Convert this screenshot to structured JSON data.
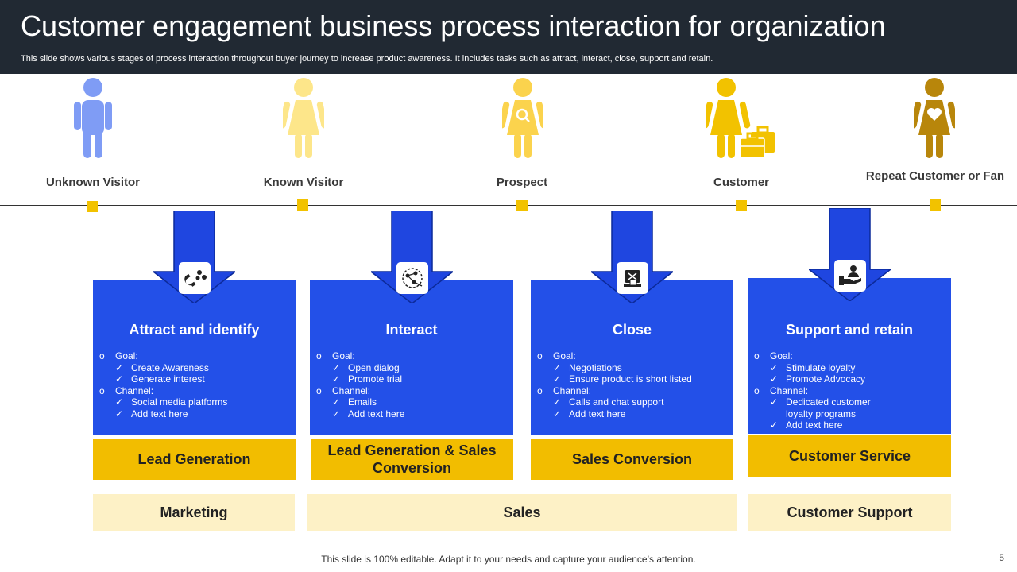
{
  "header": {
    "title": "Customer engagement business process interaction for organization",
    "subtitle": "This slide shows various stages of process interaction throughout buyer journey to increase product awareness. It includes tasks such as attract, interact, close, support and retain."
  },
  "personas": [
    {
      "label": "Unknown Visitor",
      "color": "#7f9cf5",
      "icon": "person-icon"
    },
    {
      "label": "Known Visitor",
      "color": "#fde68a",
      "icon": "person-icon"
    },
    {
      "label": "Prospect",
      "color": "#fbd34d",
      "icon": "person-search-icon"
    },
    {
      "label": "Customer",
      "color": "#f2c200",
      "icon": "person-briefcase-icon"
    },
    {
      "label": "Repeat Customer or Fan",
      "color": "#b8860b",
      "icon": "person-heart-icon"
    }
  ],
  "cards": [
    {
      "title": "Attract and identify",
      "icon": "magnet-icon",
      "goal_label": "Goal:",
      "goals": [
        "Create Awareness",
        "Generate interest"
      ],
      "channel_label": "Channel:",
      "channels": [
        "Social media platforms",
        "Add text here"
      ],
      "stage": "Lead Generation"
    },
    {
      "title": "Interact",
      "icon": "network-icon",
      "goal_label": "Goal:",
      "goals": [
        "Open dialog",
        "Promote trial"
      ],
      "channel_label": "Channel:",
      "channels": [
        "Emails",
        "Add text here"
      ],
      "stage": "Lead Generation & Sales Conversion"
    },
    {
      "title": "Close",
      "icon": "deal-icon",
      "goal_label": "Goal:",
      "goals": [
        "Negotiations",
        "Ensure product is short listed"
      ],
      "channel_label": "Channel:",
      "channels": [
        "Calls and chat support",
        "Add text here"
      ],
      "stage": "Sales Conversion"
    },
    {
      "title": "Support and retain",
      "icon": "support-hand-icon",
      "goal_label": "Goal:",
      "goals": [
        "Stimulate loyalty",
        "Promote Advocacy"
      ],
      "channel_label": "Channel:",
      "channels": [
        "Dedicated customer",
        "loyalty programs",
        "Add text here"
      ],
      "stage": "Customer Service"
    }
  ],
  "departments": [
    "Marketing",
    "Sales",
    "Customer Support"
  ],
  "footer": "This slide is 100% editable. Adapt it to your needs and capture your audience’s attention.",
  "page_number": "5",
  "colors": {
    "header_bg": "#212933",
    "card_blue": "#2350e8",
    "arrow_blue": "#1f46e0",
    "stage_yellow": "#f2bd00",
    "dept_cream": "#fdf1c6"
  }
}
